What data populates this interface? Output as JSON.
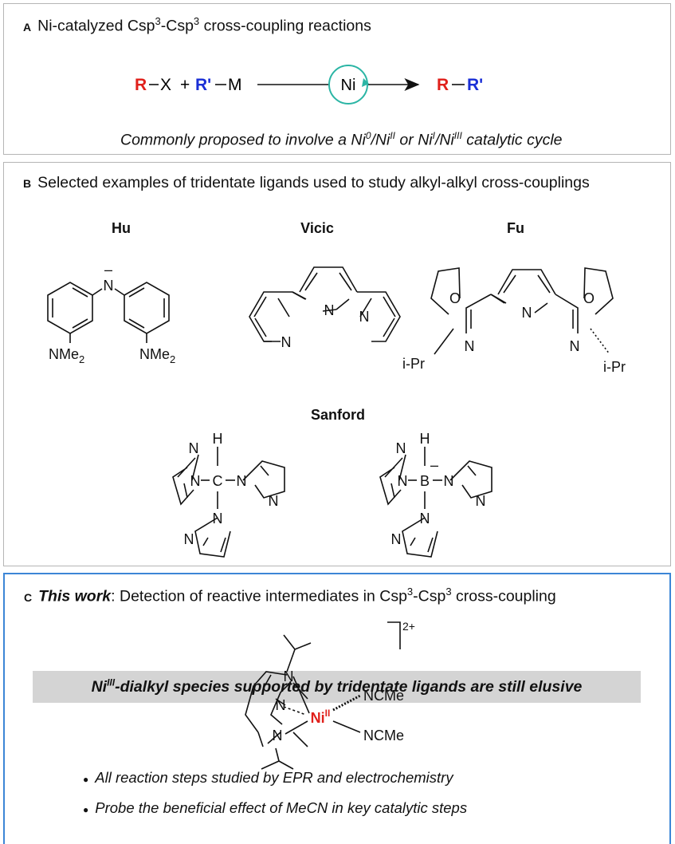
{
  "panel_a": {
    "letter": "A",
    "title_pre": "Ni-catalyzed Csp",
    "title_sup1": "3",
    "title_mid": "-Csp",
    "title_sup2": "3",
    "title_post": " cross-coupling reactions",
    "reaction": {
      "r": "R",
      "x": "X",
      "plus": "+",
      "rprime": "R'",
      "m": "M",
      "catalyst": "Ni",
      "product_r": "R",
      "product_rprime": "R'",
      "r_color": "#e0201b",
      "rprime_color": "#1a2fd6",
      "cycle_color": "#2bb5a5"
    },
    "note": {
      "t1": "Commonly proposed to involve a Ni",
      "s1": "0",
      "t2": "/Ni",
      "s2": "II",
      "t3": " or Ni",
      "s3": "I",
      "t4": "/Ni",
      "s4": "III",
      "t5": " catalytic cycle"
    }
  },
  "panel_b": {
    "letter": "B",
    "title": "Selected examples of tridentate ligands used to study alkyl-alkyl cross-couplings",
    "ligands": {
      "hu": {
        "name": "Hu",
        "n_label": "N",
        "charge": "–",
        "left_sub": "NMe",
        "right_sub": "NMe",
        "sub_index": "2"
      },
      "vicic": {
        "name": "Vicic",
        "n1": "N",
        "n2": "N",
        "n3": "N"
      },
      "fu": {
        "name": "Fu",
        "o1": "O",
        "o2": "O",
        "n_py": "N",
        "n1": "N",
        "n2": "N",
        "ipr1": "i-Pr",
        "ipr2": "i-Pr"
      },
      "sanford": {
        "name": "Sanford",
        "h1": "H",
        "c": "C",
        "h2": "H",
        "b": "B",
        "b_charge": "–",
        "n": "N"
      }
    },
    "banner": {
      "pre": "Ni",
      "sup": "III",
      "post": "-dialkyl species supported by tridentate ligands are still elusive"
    }
  },
  "panel_c": {
    "letter": "C",
    "title_bold": "This work",
    "title_pre": ": Detection of reactive intermediates in Csp",
    "title_sup1": "3",
    "title_mid": "-Csp",
    "title_sup2": "3",
    "title_post": " cross-coupling",
    "complex": {
      "metal": "Ni",
      "ox": "II",
      "charge": "2+",
      "ligand1": "NCMe",
      "ligand2": "NCMe",
      "n": "N",
      "metal_color": "#e0201b"
    },
    "bullets": [
      "All reaction steps studied by EPR and electrochemistry",
      "Probe the beneficial effect of MeCN in key catalytic steps"
    ],
    "bullet_mark": "●"
  }
}
